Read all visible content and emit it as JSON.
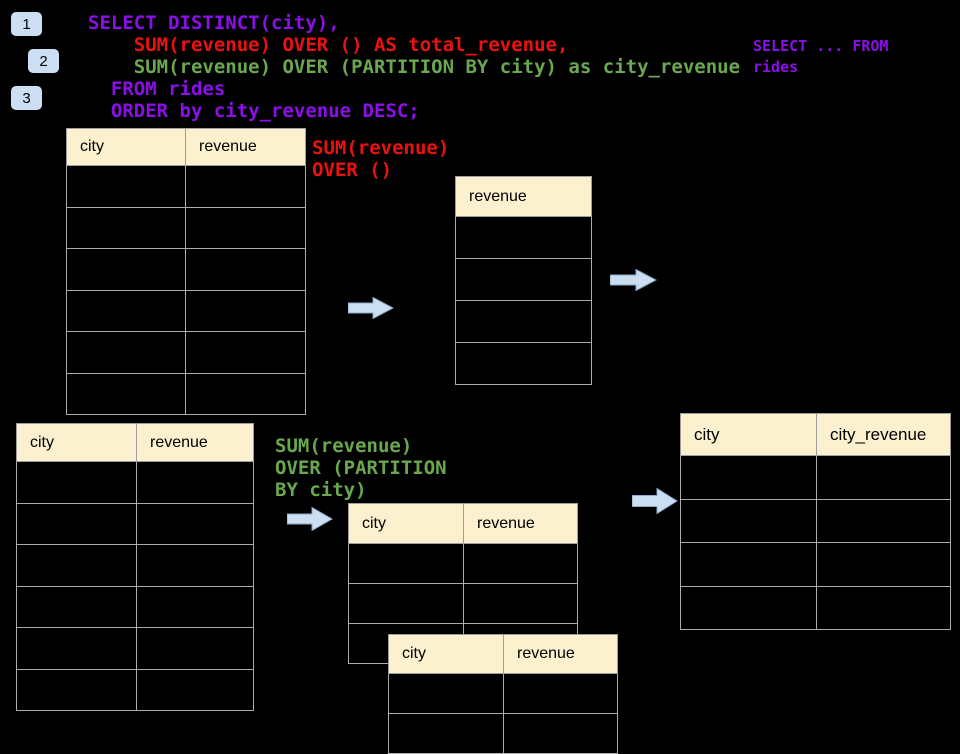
{
  "colors": {
    "purple": "#8B10E8",
    "red": "#EC1111",
    "green": "#6AA84F",
    "lightblue": "#CBDEF2",
    "arrow_edge": "#8FA8C6",
    "header_fill": "#FBF1CE",
    "border_dark": "#9E9E9E",
    "border_light": "#ACACAC"
  },
  "badges": [
    {
      "label": "1"
    },
    {
      "label": "2"
    },
    {
      "label": "3"
    }
  ],
  "sql": {
    "lines": [
      {
        "text": "SELECT DISTINCT(city),",
        "color": "purple"
      },
      {
        "text": "    SUM(revenue) OVER () AS total_revenue,",
        "color": "red"
      },
      {
        "text": "    SUM(revenue) OVER (PARTITION BY city) as city_revenue",
        "color": "green"
      },
      {
        "text": "  FROM rides",
        "color": "purple"
      },
      {
        "text": "  ORDER by city_revenue DESC;",
        "color": "purple"
      }
    ]
  },
  "side_note": {
    "lines": [
      {
        "text": "SELECT ... FROM",
        "color": "purple"
      },
      {
        "text": "rides",
        "color": "purple"
      }
    ]
  },
  "annotations": {
    "total": {
      "lines": [
        {
          "text": "SUM(revenue)",
          "color": "red"
        },
        {
          "text": "OVER ()",
          "color": "red"
        }
      ]
    },
    "partition": {
      "lines": [
        {
          "text": "SUM(revenue)",
          "color": "green"
        },
        {
          "text": "OVER (PARTITION",
          "color": "green"
        },
        {
          "text": "BY city)",
          "color": "green"
        }
      ]
    }
  },
  "tables": {
    "source_top": {
      "headers": [
        "city",
        "revenue"
      ],
      "empty_rows": 6
    },
    "total_result": {
      "headers": [
        "revenue"
      ],
      "empty_rows": 4
    },
    "source_bottom": {
      "headers": [
        "city",
        "revenue"
      ],
      "empty_rows": 6
    },
    "partition_back": {
      "headers": [
        "city",
        "revenue"
      ],
      "empty_rows": 3
    },
    "partition_front": {
      "headers": [
        "city",
        "revenue"
      ],
      "empty_rows": 2
    },
    "city_revenue": {
      "headers": [
        "city",
        "city_revenue"
      ],
      "empty_rows": 4
    }
  }
}
